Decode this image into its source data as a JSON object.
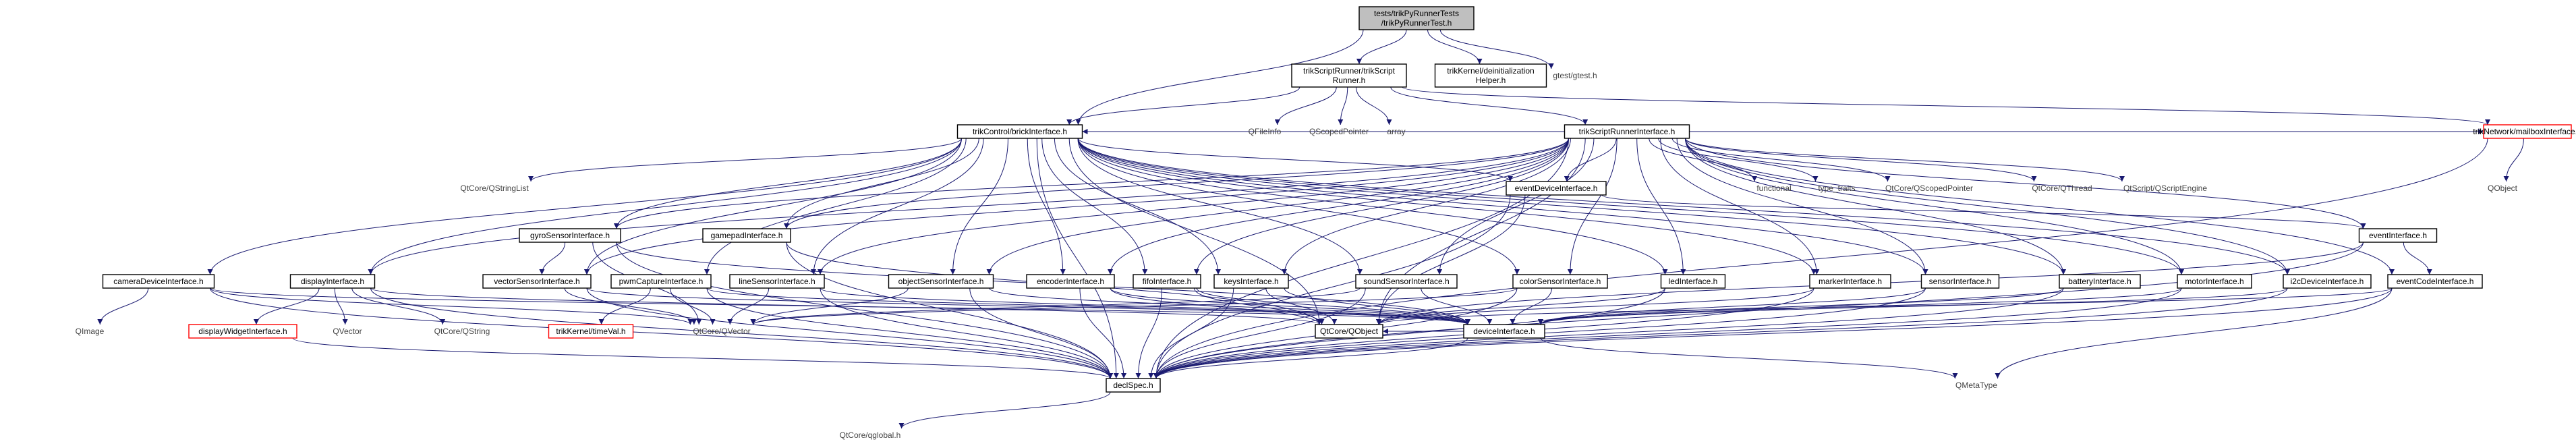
{
  "title_lines": [
    "tests/trikPyRunnerTests",
    "/trikPyRunnerTest.h"
  ],
  "colors": {
    "edge": "#191970",
    "node_border": "#000000",
    "missing_border": "#ff0000",
    "root_fill": "#bfbfbf"
  },
  "nodes": [
    {
      "id": "root",
      "lines": [
        "tests/trikPyRunnerTests",
        "/trikPyRunnerTest.h"
      ],
      "kind": "root"
    },
    {
      "id": "scriptrunner",
      "lines": [
        "trikScriptRunner/trikScript",
        "Runner.h"
      ],
      "kind": "box"
    },
    {
      "id": "deinit",
      "lines": [
        "trikKernel/deinitialization",
        "Helper.h"
      ],
      "kind": "box"
    },
    {
      "id": "gtest",
      "lines": [
        "gtest/gtest.h"
      ],
      "kind": "plain"
    },
    {
      "id": "brick",
      "lines": [
        "trikControl/brickInterface.h"
      ],
      "kind": "box"
    },
    {
      "id": "qfileinfo",
      "lines": [
        "QFileInfo"
      ],
      "kind": "plain"
    },
    {
      "id": "qscopedptr",
      "lines": [
        "QScopedPointer"
      ],
      "kind": "plain"
    },
    {
      "id": "array",
      "lines": [
        "array"
      ],
      "kind": "plain"
    },
    {
      "id": "runnerif",
      "lines": [
        "trikScriptRunnerInterface.h"
      ],
      "kind": "box"
    },
    {
      "id": "mailbox",
      "lines": [
        "trikNetwork/mailboxInterface.h"
      ],
      "kind": "red"
    },
    {
      "id": "qstringlist",
      "lines": [
        "QtCore/QStringList"
      ],
      "kind": "plain"
    },
    {
      "id": "eventdevice",
      "lines": [
        "eventDeviceInterface.h"
      ],
      "kind": "box"
    },
    {
      "id": "functional",
      "lines": [
        "functional"
      ],
      "kind": "plain"
    },
    {
      "id": "typetraits",
      "lines": [
        "type_traits"
      ],
      "kind": "plain"
    },
    {
      "id": "qtqscoped",
      "lines": [
        "QtCore/QScopedPointer"
      ],
      "kind": "plain"
    },
    {
      "id": "qthread",
      "lines": [
        "QtCore/QThread"
      ],
      "kind": "plain"
    },
    {
      "id": "qscriptengine",
      "lines": [
        "QtScript/QScriptEngine"
      ],
      "kind": "plain"
    },
    {
      "id": "qobject",
      "lines": [
        "QObject"
      ],
      "kind": "plain"
    },
    {
      "id": "gyro",
      "lines": [
        "gyroSensorInterface.h"
      ],
      "kind": "box"
    },
    {
      "id": "gamepad",
      "lines": [
        "gamepadInterface.h"
      ],
      "kind": "box"
    },
    {
      "id": "event",
      "lines": [
        "eventInterface.h"
      ],
      "kind": "box"
    },
    {
      "id": "camera",
      "lines": [
        "cameraDeviceInterface.h"
      ],
      "kind": "box"
    },
    {
      "id": "display",
      "lines": [
        "displayInterface.h"
      ],
      "kind": "box"
    },
    {
      "id": "vector",
      "lines": [
        "vectorSensorInterface.h"
      ],
      "kind": "box"
    },
    {
      "id": "pwmcapture",
      "lines": [
        "pwmCaptureInterface.h"
      ],
      "kind": "box"
    },
    {
      "id": "linesensor",
      "lines": [
        "lineSensorInterface.h"
      ],
      "kind": "box"
    },
    {
      "id": "objectsensor",
      "lines": [
        "objectSensorInterface.h"
      ],
      "kind": "box"
    },
    {
      "id": "encoder",
      "lines": [
        "encoderInterface.h"
      ],
      "kind": "box"
    },
    {
      "id": "fifo",
      "lines": [
        "fifoInterface.h"
      ],
      "kind": "box"
    },
    {
      "id": "keys",
      "lines": [
        "keysInterface.h"
      ],
      "kind": "box"
    },
    {
      "id": "sound",
      "lines": [
        "soundSensorInterface.h"
      ],
      "kind": "box"
    },
    {
      "id": "color",
      "lines": [
        "colorSensorInterface.h"
      ],
      "kind": "box"
    },
    {
      "id": "led",
      "lines": [
        "ledInterface.h"
      ],
      "kind": "box"
    },
    {
      "id": "marker",
      "lines": [
        "markerInterface.h"
      ],
      "kind": "box"
    },
    {
      "id": "sensor",
      "lines": [
        "sensorInterface.h"
      ],
      "kind": "box"
    },
    {
      "id": "battery",
      "lines": [
        "batteryInterface.h"
      ],
      "kind": "box"
    },
    {
      "id": "motor",
      "lines": [
        "motorInterface.h"
      ],
      "kind": "box"
    },
    {
      "id": "i2c",
      "lines": [
        "i2cDeviceInterface.h"
      ],
      "kind": "box"
    },
    {
      "id": "eventcode",
      "lines": [
        "eventCodeInterface.h"
      ],
      "kind": "box"
    },
    {
      "id": "qimage",
      "lines": [
        "QImage"
      ],
      "kind": "plain"
    },
    {
      "id": "displaywidget",
      "lines": [
        "displayWidgetInterface.h"
      ],
      "kind": "red"
    },
    {
      "id": "qvector",
      "lines": [
        "QVector"
      ],
      "kind": "plain"
    },
    {
      "id": "qstring",
      "lines": [
        "QtCore/QString"
      ],
      "kind": "plain"
    },
    {
      "id": "timeval",
      "lines": [
        "trikKernel/timeVal.h"
      ],
      "kind": "red"
    },
    {
      "id": "qtqvector",
      "lines": [
        "QtCore/QVector"
      ],
      "kind": "plain"
    },
    {
      "id": "qtqobject",
      "lines": [
        "QtCore/QObject"
      ],
      "kind": "box"
    },
    {
      "id": "device",
      "lines": [
        "deviceInterface.h"
      ],
      "kind": "box"
    },
    {
      "id": "declspec",
      "lines": [
        "declSpec.h"
      ],
      "kind": "box"
    },
    {
      "id": "qmetatype",
      "lines": [
        "QMetaType"
      ],
      "kind": "plain"
    },
    {
      "id": "qglobal",
      "lines": [
        "QtCore/qglobal.h"
      ],
      "kind": "plain"
    }
  ],
  "edges": [
    [
      "root",
      "brick"
    ],
    [
      "root",
      "scriptrunner"
    ],
    [
      "root",
      "deinit"
    ],
    [
      "root",
      "gtest"
    ],
    [
      "scriptrunner",
      "brick"
    ],
    [
      "scriptrunner",
      "qfileinfo"
    ],
    [
      "scriptrunner",
      "qscopedptr"
    ],
    [
      "scriptrunner",
      "array"
    ],
    [
      "scriptrunner",
      "runnerif"
    ],
    [
      "scriptrunner",
      "mailbox"
    ],
    [
      "brick",
      "qstringlist"
    ],
    [
      "brick",
      "camera"
    ],
    [
      "brick",
      "display"
    ],
    [
      "brick",
      "gyro"
    ],
    [
      "brick",
      "gamepad"
    ],
    [
      "brick",
      "vector"
    ],
    [
      "brick",
      "pwmcapture"
    ],
    [
      "brick",
      "linesensor"
    ],
    [
      "brick",
      "objectsensor"
    ],
    [
      "brick",
      "encoder"
    ],
    [
      "brick",
      "fifo"
    ],
    [
      "brick",
      "keys"
    ],
    [
      "brick",
      "sound"
    ],
    [
      "brick",
      "color"
    ],
    [
      "brick",
      "led"
    ],
    [
      "brick",
      "marker"
    ],
    [
      "brick",
      "sensor"
    ],
    [
      "brick",
      "battery"
    ],
    [
      "brick",
      "motor"
    ],
    [
      "brick",
      "i2c"
    ],
    [
      "brick",
      "eventdevice"
    ],
    [
      "brick",
      "declspec"
    ],
    [
      "brick",
      "qtqobject"
    ],
    [
      "runnerif",
      "brick"
    ],
    [
      "runnerif",
      "mailbox"
    ],
    [
      "runnerif",
      "eventdevice"
    ],
    [
      "runnerif",
      "functional"
    ],
    [
      "runnerif",
      "typetraits"
    ],
    [
      "runnerif",
      "qtqscoped"
    ],
    [
      "runnerif",
      "qthread"
    ],
    [
      "runnerif",
      "qscriptengine"
    ],
    [
      "runnerif",
      "event"
    ],
    [
      "runnerif",
      "eventcode"
    ],
    [
      "runnerif",
      "gyro"
    ],
    [
      "runnerif",
      "gamepad"
    ],
    [
      "runnerif",
      "display"
    ],
    [
      "runnerif",
      "vector"
    ],
    [
      "runnerif",
      "linesensor"
    ],
    [
      "runnerif",
      "objectsensor"
    ],
    [
      "runnerif",
      "encoder"
    ],
    [
      "runnerif",
      "fifo"
    ],
    [
      "runnerif",
      "keys"
    ],
    [
      "runnerif",
      "sound"
    ],
    [
      "runnerif",
      "color"
    ],
    [
      "runnerif",
      "led"
    ],
    [
      "runnerif",
      "marker"
    ],
    [
      "runnerif",
      "sensor"
    ],
    [
      "runnerif",
      "battery"
    ],
    [
      "runnerif",
      "motor"
    ],
    [
      "runnerif",
      "i2c"
    ],
    [
      "runnerif",
      "qtqobject"
    ],
    [
      "runnerif",
      "declspec"
    ],
    [
      "mailbox",
      "qobject"
    ],
    [
      "mailbox",
      "declspec"
    ],
    [
      "eventdevice",
      "event"
    ],
    [
      "eventdevice",
      "qtqobject"
    ],
    [
      "eventdevice",
      "declspec"
    ],
    [
      "event",
      "qtqobject"
    ],
    [
      "event",
      "eventcode"
    ],
    [
      "event",
      "declspec"
    ],
    [
      "gyro",
      "vector"
    ],
    [
      "gyro",
      "device"
    ],
    [
      "gyro",
      "declspec"
    ],
    [
      "gyro",
      "qtqvector"
    ],
    [
      "gamepad",
      "qtqobject"
    ],
    [
      "gamepad",
      "declspec"
    ],
    [
      "camera",
      "qimage"
    ],
    [
      "camera",
      "device"
    ],
    [
      "camera",
      "declspec"
    ],
    [
      "camera",
      "qtqvector"
    ],
    [
      "display",
      "displaywidget"
    ],
    [
      "display",
      "qvector"
    ],
    [
      "display",
      "qstring"
    ],
    [
      "display",
      "qtqobject"
    ],
    [
      "display",
      "declspec"
    ],
    [
      "vector",
      "device"
    ],
    [
      "vector",
      "qtqvector"
    ],
    [
      "vector",
      "declspec"
    ],
    [
      "pwmcapture",
      "timeval"
    ],
    [
      "pwmcapture",
      "device"
    ],
    [
      "pwmcapture",
      "declspec"
    ],
    [
      "pwmcapture",
      "qtqvector"
    ],
    [
      "linesensor",
      "device"
    ],
    [
      "linesensor",
      "qtqvector"
    ],
    [
      "linesensor",
      "declspec"
    ],
    [
      "objectsensor",
      "device"
    ],
    [
      "objectsensor",
      "qtqvector"
    ],
    [
      "objectsensor",
      "declspec"
    ],
    [
      "encoder",
      "device"
    ],
    [
      "encoder",
      "qtqobject"
    ],
    [
      "encoder",
      "declspec"
    ],
    [
      "fifo",
      "device"
    ],
    [
      "fifo",
      "qtqobject"
    ],
    [
      "fifo",
      "declspec"
    ],
    [
      "keys",
      "device"
    ],
    [
      "keys",
      "qtqobject"
    ],
    [
      "keys",
      "declspec"
    ],
    [
      "sound",
      "device"
    ],
    [
      "sound",
      "qtqvector"
    ],
    [
      "sound",
      "declspec"
    ],
    [
      "color",
      "device"
    ],
    [
      "color",
      "qtqvector"
    ],
    [
      "color",
      "declspec"
    ],
    [
      "led",
      "qtqobject"
    ],
    [
      "led",
      "declspec"
    ],
    [
      "marker",
      "qtqobject"
    ],
    [
      "marker",
      "declspec"
    ],
    [
      "sensor",
      "device"
    ],
    [
      "sensor",
      "declspec"
    ],
    [
      "battery",
      "device"
    ],
    [
      "battery",
      "declspec"
    ],
    [
      "motor",
      "device"
    ],
    [
      "motor",
      "declspec"
    ],
    [
      "i2c",
      "device"
    ],
    [
      "i2c",
      "declspec"
    ],
    [
      "eventcode",
      "qtqobject"
    ],
    [
      "eventcode",
      "qmetatype"
    ],
    [
      "eventcode",
      "declspec"
    ],
    [
      "displaywidget",
      "declspec"
    ],
    [
      "device",
      "qtqobject"
    ],
    [
      "device",
      "declspec"
    ],
    [
      "device",
      "qmetatype"
    ],
    [
      "declspec",
      "qglobal"
    ]
  ]
}
